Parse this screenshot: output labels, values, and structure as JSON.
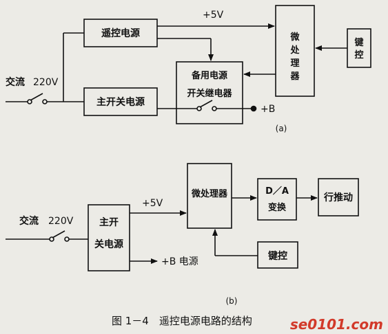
{
  "diagram_a": {
    "caption": "(a)",
    "ac_label": "交流",
    "ac_voltage": "220V",
    "remote_power": "遥控电源",
    "main_switch_power": "主开关电源",
    "standby_power_line1": "备用电源",
    "standby_power_line2": "开关继电器",
    "microprocessor": [
      "微",
      "处",
      "理",
      "器"
    ],
    "key_control": [
      "键",
      "控"
    ],
    "plus5v": "+5V",
    "plusB": "+B"
  },
  "diagram_b": {
    "caption": "(b)",
    "ac_label": "交流",
    "ac_voltage": "220V",
    "main_switch_line1": "主开",
    "main_switch_line2": "关电源",
    "plus5v": "+5V",
    "plusB_power": "+B 电源",
    "microprocessor": "微处理器",
    "da_line1": "D／A",
    "da_line2": "变换",
    "line_drive": "行推动",
    "key_control": "键控"
  },
  "figure_caption": "图 1－4　遥控电源电路的结构",
  "watermark": "se0101.com"
}
